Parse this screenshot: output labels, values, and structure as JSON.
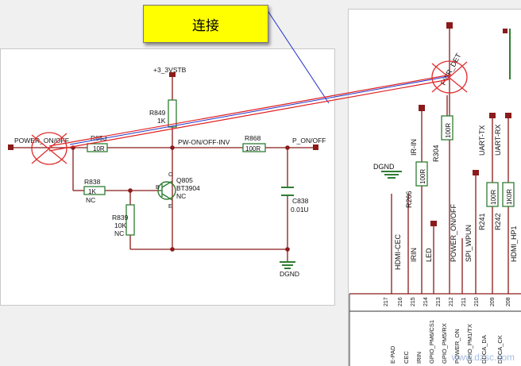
{
  "callout": {
    "label": "连接"
  },
  "left_schematic": {
    "net_left": "POWER_ON/OFF",
    "supply": "+3_3VSTB",
    "r849": {
      "ref": "R849",
      "value": "1K"
    },
    "r853": {
      "ref": "R853",
      "value": "10R"
    },
    "net_mid": "PW-ON/OFF-INV",
    "r868": {
      "ref": "R868",
      "value": "100R"
    },
    "net_right": "P_ON/OFF",
    "r838": {
      "ref": "R838",
      "value": "1K",
      "note": "NC"
    },
    "q805": {
      "ref": "Q805",
      "part": "BT3904",
      "note": "NC",
      "pin_b": "B",
      "pin_c": "C",
      "pin_e": "E"
    },
    "r839": {
      "ref": "R839",
      "value": "10K",
      "note": "NC"
    },
    "c838": {
      "ref": "C838",
      "value": "0.01U"
    },
    "ground": "DGND"
  },
  "right_schematic": {
    "net_pwr_det": "PWR_DET",
    "ground": "DGND",
    "net_ir_in": "IR-IN",
    "net_uart_tx": "UART-TX",
    "net_uart_rx": "UART-RX",
    "resistors": [
      {
        "ref": "R266",
        "value": "100R"
      },
      {
        "ref": "R304",
        "value": "100R"
      },
      {
        "ref": "R241",
        "value": "100R"
      },
      {
        "ref": "R242",
        "value": "1K0R"
      }
    ],
    "vertical_nets": [
      "HDMI-CEC",
      "IRIN",
      "LED",
      "POWER_ON/OFF",
      "SPI_WPUN",
      "HDMI_HP1"
    ],
    "pin_numbers": [
      "217",
      "216",
      "215",
      "214",
      "213",
      "212",
      "211",
      "210",
      "209",
      "208"
    ],
    "pin_names": [
      "E-PAD",
      "CEC",
      "IRIN",
      "GPIO_PM6/CS1",
      "GPIO_PM5/RX",
      "POWER_ON",
      "GPIO_PM1/TX",
      "DDCA_DA",
      "DDCA_CK"
    ]
  },
  "watermark": "www.dzsc.com"
}
